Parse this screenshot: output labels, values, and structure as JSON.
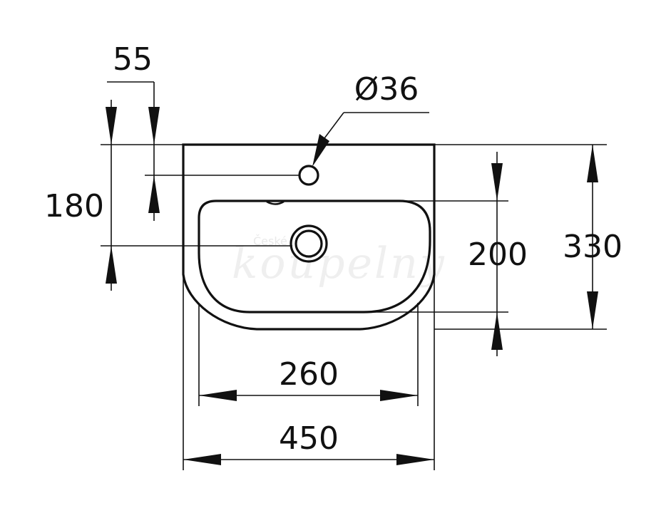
{
  "drawing": {
    "dimensions": {
      "tap_offset": "55",
      "tap_hole": "Ø36",
      "left_height": "180",
      "bowl_height": "200",
      "total_height": "330",
      "bowl_width": "260",
      "total_width": "450"
    },
    "watermark": {
      "line1": "České",
      "line2": "koupelny"
    }
  }
}
